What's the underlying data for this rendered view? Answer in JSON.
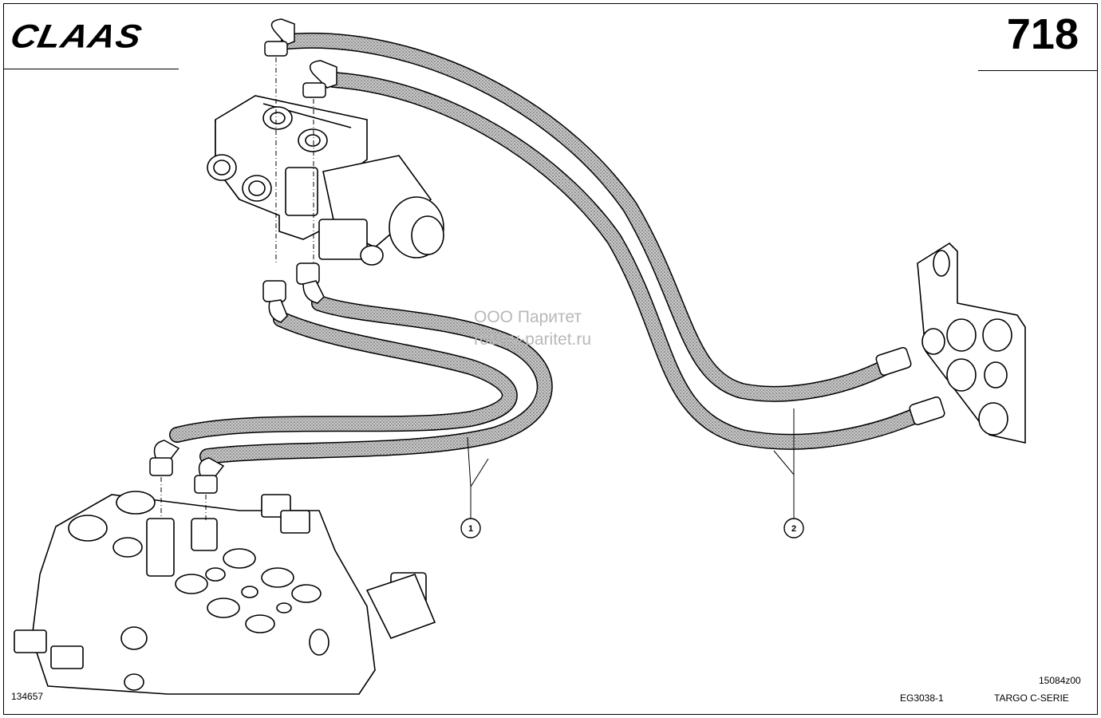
{
  "header": {
    "brand": "CLAAS",
    "page_number": "718"
  },
  "footer": {
    "left_code": "134657",
    "drawing_id": "15084z00",
    "group_code": "EG3038-1",
    "series": "TARGO C-SERIE"
  },
  "watermark": {
    "line1": "ООО Паритет",
    "line2": "rostov-paritet.ru"
  },
  "callouts": [
    {
      "label": "1"
    },
    {
      "label": "2"
    }
  ],
  "colors": {
    "line": "#000000",
    "hose_fill": "#a9a9a9",
    "part_fill": "#ffffff"
  }
}
